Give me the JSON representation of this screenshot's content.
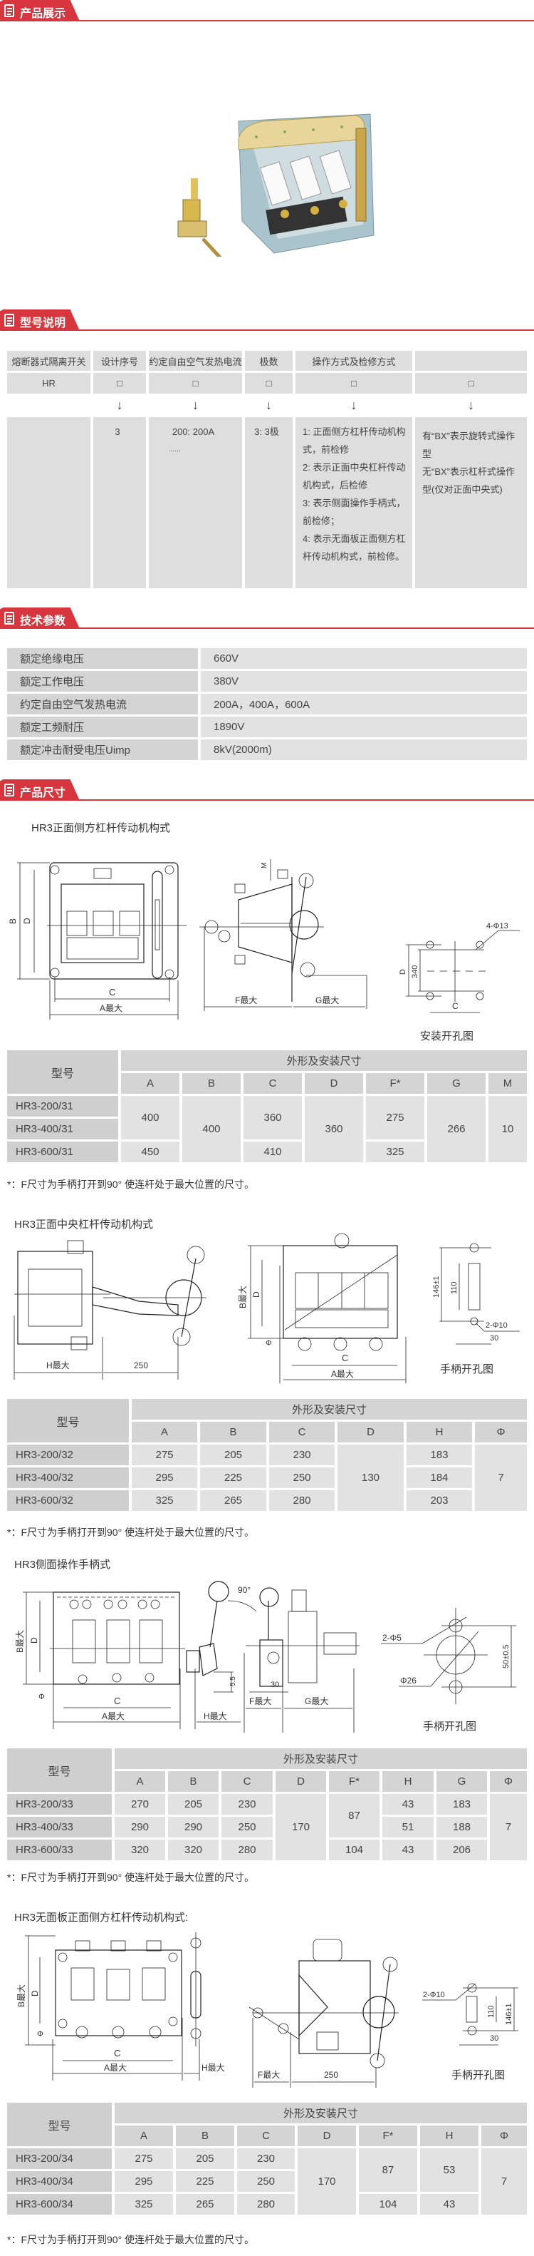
{
  "sections": {
    "product_show": "产品展示",
    "model_desc": "型号说明",
    "tech_params": "技术参数",
    "product_dims": "产品尺寸"
  },
  "colors": {
    "accent": "#d8363e",
    "cell": "#e2e2e2",
    "model_cell": "#cfcfcf"
  },
  "model_table": {
    "headers": [
      "熔断器式隔离开关",
      "设计序号",
      "约定自由空气发热电流",
      "极数",
      "操作方式及检修方式",
      ""
    ],
    "codes": [
      "HR",
      "□",
      "□",
      "□",
      "□",
      "□"
    ],
    "arrow": "↓",
    "desc": {
      "design_no": "3",
      "current_1": "200: 200A",
      "current_2": "......",
      "poles": "3: 3极",
      "operation": [
        "1: 正面侧方杠杆传动机构式，前检修",
        "2: 表示正面中央杠杆传动机构式，后检修",
        "3: 表示侧面操作手柄式，前检修；",
        "4: 表示无面板正面侧方杠杆传动机构式，前检修。"
      ],
      "bx": [
        "有“BX”表示旋转式操作型",
        "无“BX”表示杠杆式操作型(仅对正面中央式)"
      ]
    }
  },
  "tech_params": [
    {
      "label": "额定绝缘电压",
      "value": "660V"
    },
    {
      "label": "额定工作电压",
      "value": "380V"
    },
    {
      "label": "约定自由空气发热电流",
      "value": "200A，400A，600A"
    },
    {
      "label": "额定工频耐压",
      "value": "1890V"
    },
    {
      "label": "额定冲击耐受电压Uimp",
      "value": "8kV(2000m)"
    }
  ],
  "common": {
    "model_header": "型号",
    "group_header": "外形及安装尺寸",
    "note": "*：F尺寸为手柄打开到90° 使连杆处于最大位置的尺寸。"
  },
  "dims": [
    {
      "title": "HR3正面侧方杠杆传动机构式",
      "labels": {
        "A": "A最大",
        "B": "B",
        "C": "C",
        "D": "D",
        "F": "F最大",
        "G": "G最大",
        "M": "M",
        "holes": "4-Φ13",
        "h340": "340",
        "hD": "D",
        "hC": "C",
        "caption": "安装开孔图"
      },
      "columns": [
        "A",
        "B",
        "C",
        "D",
        "F*",
        "G",
        "M"
      ],
      "rows": [
        {
          "model": "HR3-200/31",
          "values": [
            "400",
            "400",
            "360",
            "360",
            "275",
            "266",
            "10"
          ]
        },
        {
          "model": "HR3-400/31",
          "values": [
            "400",
            "400",
            "360",
            "360",
            "275",
            "266",
            "10"
          ]
        },
        {
          "model": "HR3-600/31",
          "values": [
            "450",
            "400",
            "410",
            "360",
            "325",
            "266",
            "10"
          ]
        }
      ]
    },
    {
      "title": "HR3正面中央杠杆传动机构式",
      "labels": {
        "H": "H最大",
        "d250": "250",
        "B": "B最大",
        "D": "D",
        "C": "C",
        "A": "A最大",
        "phi": "Φ",
        "h146": "146±1",
        "h110": "110",
        "holes": "2-Φ10",
        "d30": "30",
        "caption": "手柄开孔图"
      },
      "columns": [
        "A",
        "B",
        "C",
        "D",
        "H",
        "Φ"
      ],
      "rows": [
        {
          "model": "HR3-200/32",
          "values": [
            "275",
            "205",
            "230",
            "130",
            "183",
            "7"
          ]
        },
        {
          "model": "HR3-400/32",
          "values": [
            "295",
            "225",
            "250",
            "130",
            "184",
            "7"
          ]
        },
        {
          "model": "HR3-600/32",
          "values": [
            "325",
            "265",
            "280",
            "130",
            "203",
            "7"
          ]
        }
      ]
    },
    {
      "title": "HR3侧面操作手柄式",
      "labels": {
        "B": "B最大",
        "D": "D",
        "phi": "Φ",
        "C": "C",
        "A": "A最大",
        "H": "H最大",
        "deg": "90°",
        "d55": "5.5",
        "d30": "30",
        "F": "F最大",
        "G": "G最大",
        "holes": "2-Φ5",
        "phi26": "Φ26",
        "h50": "50±0.5",
        "caption": "手柄开孔图"
      },
      "columns": [
        "A",
        "B",
        "C",
        "D",
        "F*",
        "H",
        "G",
        "Φ"
      ],
      "rows": [
        {
          "model": "HR3-200/33",
          "values": [
            "270",
            "205",
            "230",
            "170",
            "87",
            "43",
            "183",
            "7"
          ]
        },
        {
          "model": "HR3-400/33",
          "values": [
            "290",
            "290",
            "250",
            "170",
            "87",
            "51",
            "188",
            "7"
          ]
        },
        {
          "model": "HR3-600/33",
          "values": [
            "320",
            "320",
            "280",
            "170",
            "104",
            "43",
            "206",
            "7"
          ]
        }
      ]
    },
    {
      "title": "HR3无面板正面侧方杠杆传动机构式:",
      "labels": {
        "B": "B最大",
        "D": "D",
        "phi": "Φ",
        "C": "C",
        "A": "A最大",
        "H": "H最大",
        "F": "F最大",
        "d250": "250",
        "holes": "2-Φ10",
        "h110": "110",
        "h146": "146±1",
        "d30": "30",
        "caption": "手柄开孔图"
      },
      "columns": [
        "A",
        "B",
        "C",
        "D",
        "F*",
        "H",
        "Φ"
      ],
      "rows": [
        {
          "model": "HR3-200/34",
          "values": [
            "275",
            "205",
            "230",
            "170",
            "87",
            "53",
            "7"
          ]
        },
        {
          "model": "HR3-400/34",
          "values": [
            "295",
            "225",
            "250",
            "170",
            "87",
            "53",
            "7"
          ]
        },
        {
          "model": "HR3-600/34",
          "values": [
            "325",
            "265",
            "280",
            "170",
            "104",
            "43",
            "7"
          ]
        }
      ]
    }
  ]
}
